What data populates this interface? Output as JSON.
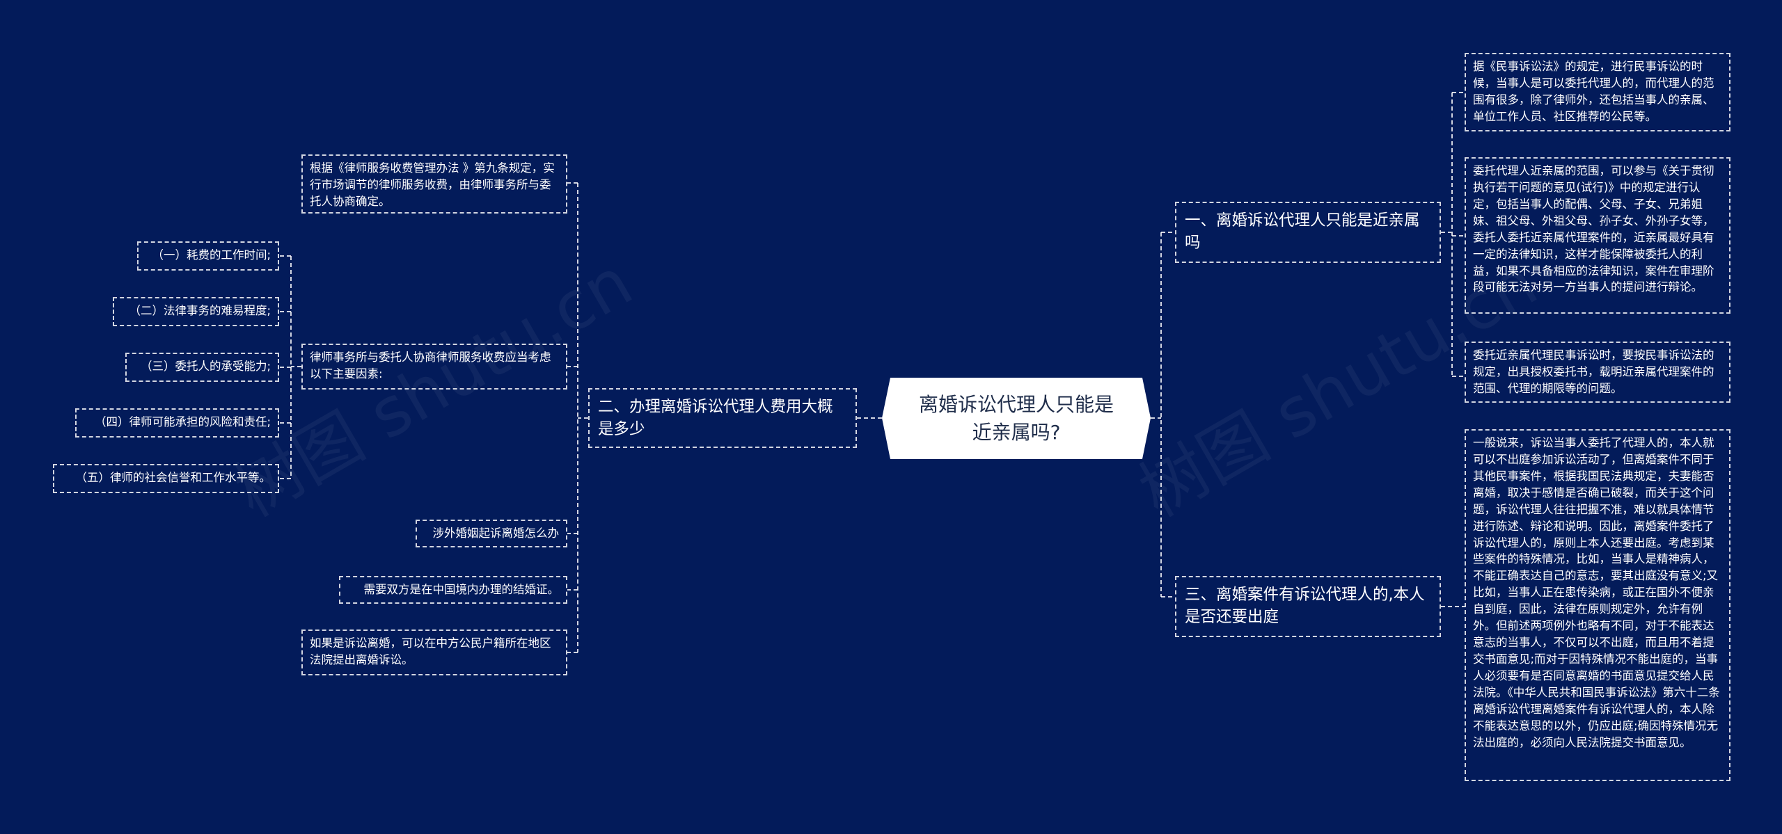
{
  "root": {
    "text": "离婚诉讼代理人只能是近亲属吗?"
  },
  "watermark": "树图 shutu.cn",
  "branches": [
    {
      "text": "一、离婚诉讼代理人只能是近亲属吗",
      "children": [
        "据《民事诉讼法》的规定，进行民事诉讼的时候，当事人是可以委托代理人的，而代理人的范围有很多，除了律师外，还包括当事人的亲属、单位工作人员、社区推荐的公民等。",
        "委托代理人近亲属的范围，可以参与《关于贯彻执行若干问题的意见(试行)》中的规定进行认定，包括当事人的配偶、父母、子女、兄弟姐妹、祖父母、外祖父母、孙子女、外孙子女等，委托人委托近亲属代理案件的，近亲属最好具有一定的法律知识，这样才能保障被委托人的利益，如果不具备相应的法律知识，案件在审理阶段可能无法对另一方当事人的提问进行辩论。",
        "委托近亲属代理民事诉讼时，要按民事诉讼法的规定，出具授权委托书，载明近亲属代理案件的范围、代理的期限等的问题。"
      ]
    },
    {
      "text": "二、办理离婚诉讼代理人费用大概是多少",
      "children": [
        "根据《律师服务收费管理办法 》第九条规定，实行市场调节的律师服务收费，由律师事务所与委托人协商确定。",
        "律师事务所与委托人协商律师服务收费应当考虑以下主要因素:",
        "涉外婚姻起诉离婚怎么办",
        "需要双方是在中国境内办理的结婚证。",
        "如果是诉讼离婚，可以在中方公民户籍所在地区法院提出离婚诉讼。"
      ],
      "factors": [
        "（一）耗费的工作时间;",
        "（二）法律事务的难易程度;",
        "（三）委托人的承受能力;",
        "（四）律师可能承担的风险和责任;",
        "（五）律师的社会信誉和工作水平等。"
      ]
    },
    {
      "text": "三、离婚案件有诉讼代理人的,本人是否还要出庭",
      "children": [
        "一般说来，诉讼当事人委托了代理人的，本人就可以不出庭参加诉讼活动了，但离婚案件不同于其他民事案件，根据我国民法典规定，夫妻能否离婚，取决于感情是否确已破裂，而关于这个问题，诉讼代理人往往把握不准，难以就具体情节进行陈述、辩论和说明。因此，离婚案件委托了诉讼代理人的，原则上本人还要出庭。考虑到某些案件的特殊情况，比如，当事人是精神病人，不能正确表达自己的意志，要其出庭没有意义;又比如，当事人正在患传染病，或正在国外不便亲自到庭，因此，法律在原则规定外，允许有例外。但前述两项例外也略有不同，对于不能表达意志的当事人，不仅可以不出庭，而且用不着提交书面意见;而对于因特殊情况不能出庭的，当事人必须要有是否同意离婚的书面意见提交给人民法院。《中华人民共和国民事诉讼法》第六十二条 离婚诉讼代理离婚案件有诉讼代理人的，本人除不能表达意思的以外，仍应出庭;确因特殊情况无法出庭的，必须向人民法院提交书面意见。"
      ]
    }
  ]
}
